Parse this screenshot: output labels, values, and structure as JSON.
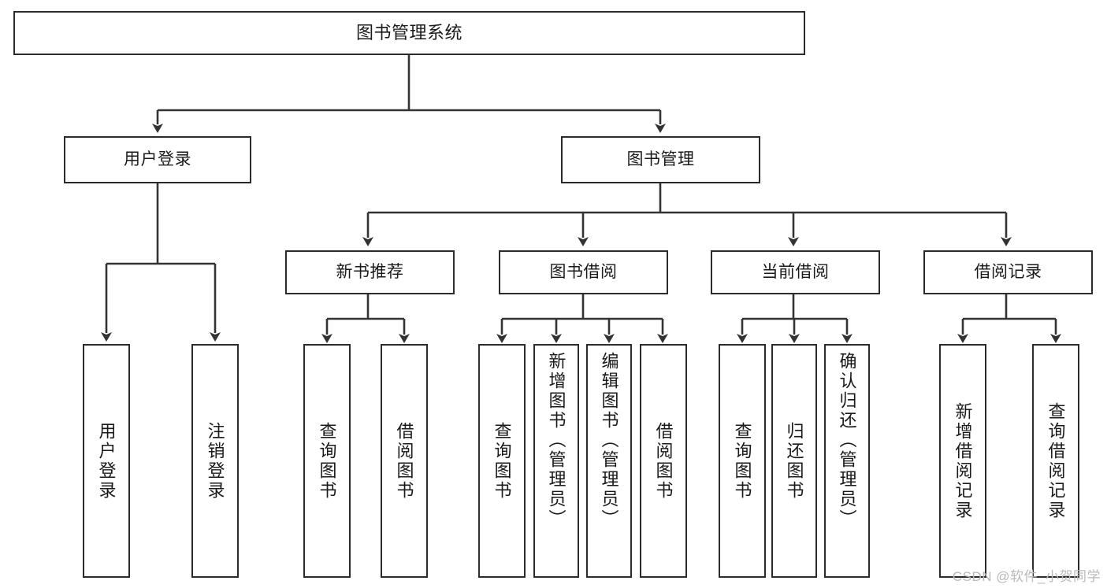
{
  "diagram": {
    "title": "图书管理系统",
    "type": "tree",
    "root": {
      "id": "root",
      "label": "图书管理系统"
    },
    "level2": [
      {
        "id": "login",
        "label": "用户登录"
      },
      {
        "id": "bookmgmt",
        "label": "图书管理"
      }
    ],
    "level3": [
      {
        "id": "newbook",
        "label": "新书推荐",
        "parent": "bookmgmt"
      },
      {
        "id": "borrow",
        "label": "图书借阅",
        "parent": "bookmgmt"
      },
      {
        "id": "current",
        "label": "当前借阅",
        "parent": "bookmgmt"
      },
      {
        "id": "records",
        "label": "借阅记录",
        "parent": "bookmgmt"
      }
    ],
    "leaves": [
      {
        "id": "leaf-user-login",
        "label": "用户登录",
        "parent": "login"
      },
      {
        "id": "leaf-user-logout",
        "label": "注销登录",
        "parent": "login"
      },
      {
        "id": "leaf-newbook-query",
        "label": "查询图书",
        "parent": "newbook"
      },
      {
        "id": "leaf-newbook-borrow",
        "label": "借阅图书",
        "parent": "newbook"
      },
      {
        "id": "leaf-borrow-query",
        "label": "查询图书",
        "parent": "borrow"
      },
      {
        "id": "leaf-borrow-add",
        "label": "新增图书（管理员）",
        "parent": "borrow"
      },
      {
        "id": "leaf-borrow-edit",
        "label": "编辑图书（管理员）",
        "parent": "borrow"
      },
      {
        "id": "leaf-borrow-lend",
        "label": "借阅图书",
        "parent": "borrow"
      },
      {
        "id": "leaf-current-query",
        "label": "查询图书",
        "parent": "current"
      },
      {
        "id": "leaf-current-return",
        "label": "归还图书",
        "parent": "current"
      },
      {
        "id": "leaf-current-confirm",
        "label": "确认归还（管理员）",
        "parent": "current"
      },
      {
        "id": "leaf-records-add",
        "label": "新增借阅记录",
        "parent": "records"
      },
      {
        "id": "leaf-records-query",
        "label": "查询借阅记录",
        "parent": "records"
      }
    ],
    "colors": {
      "box_stroke": "#2b2b2b",
      "box_fill": "#ffffff",
      "edge": "#333333",
      "text": "#1a1a1a",
      "background": "#ffffff",
      "watermark": "#b9b9b9"
    }
  },
  "watermark": {
    "text": "CSDN @软件_小贺同学"
  }
}
